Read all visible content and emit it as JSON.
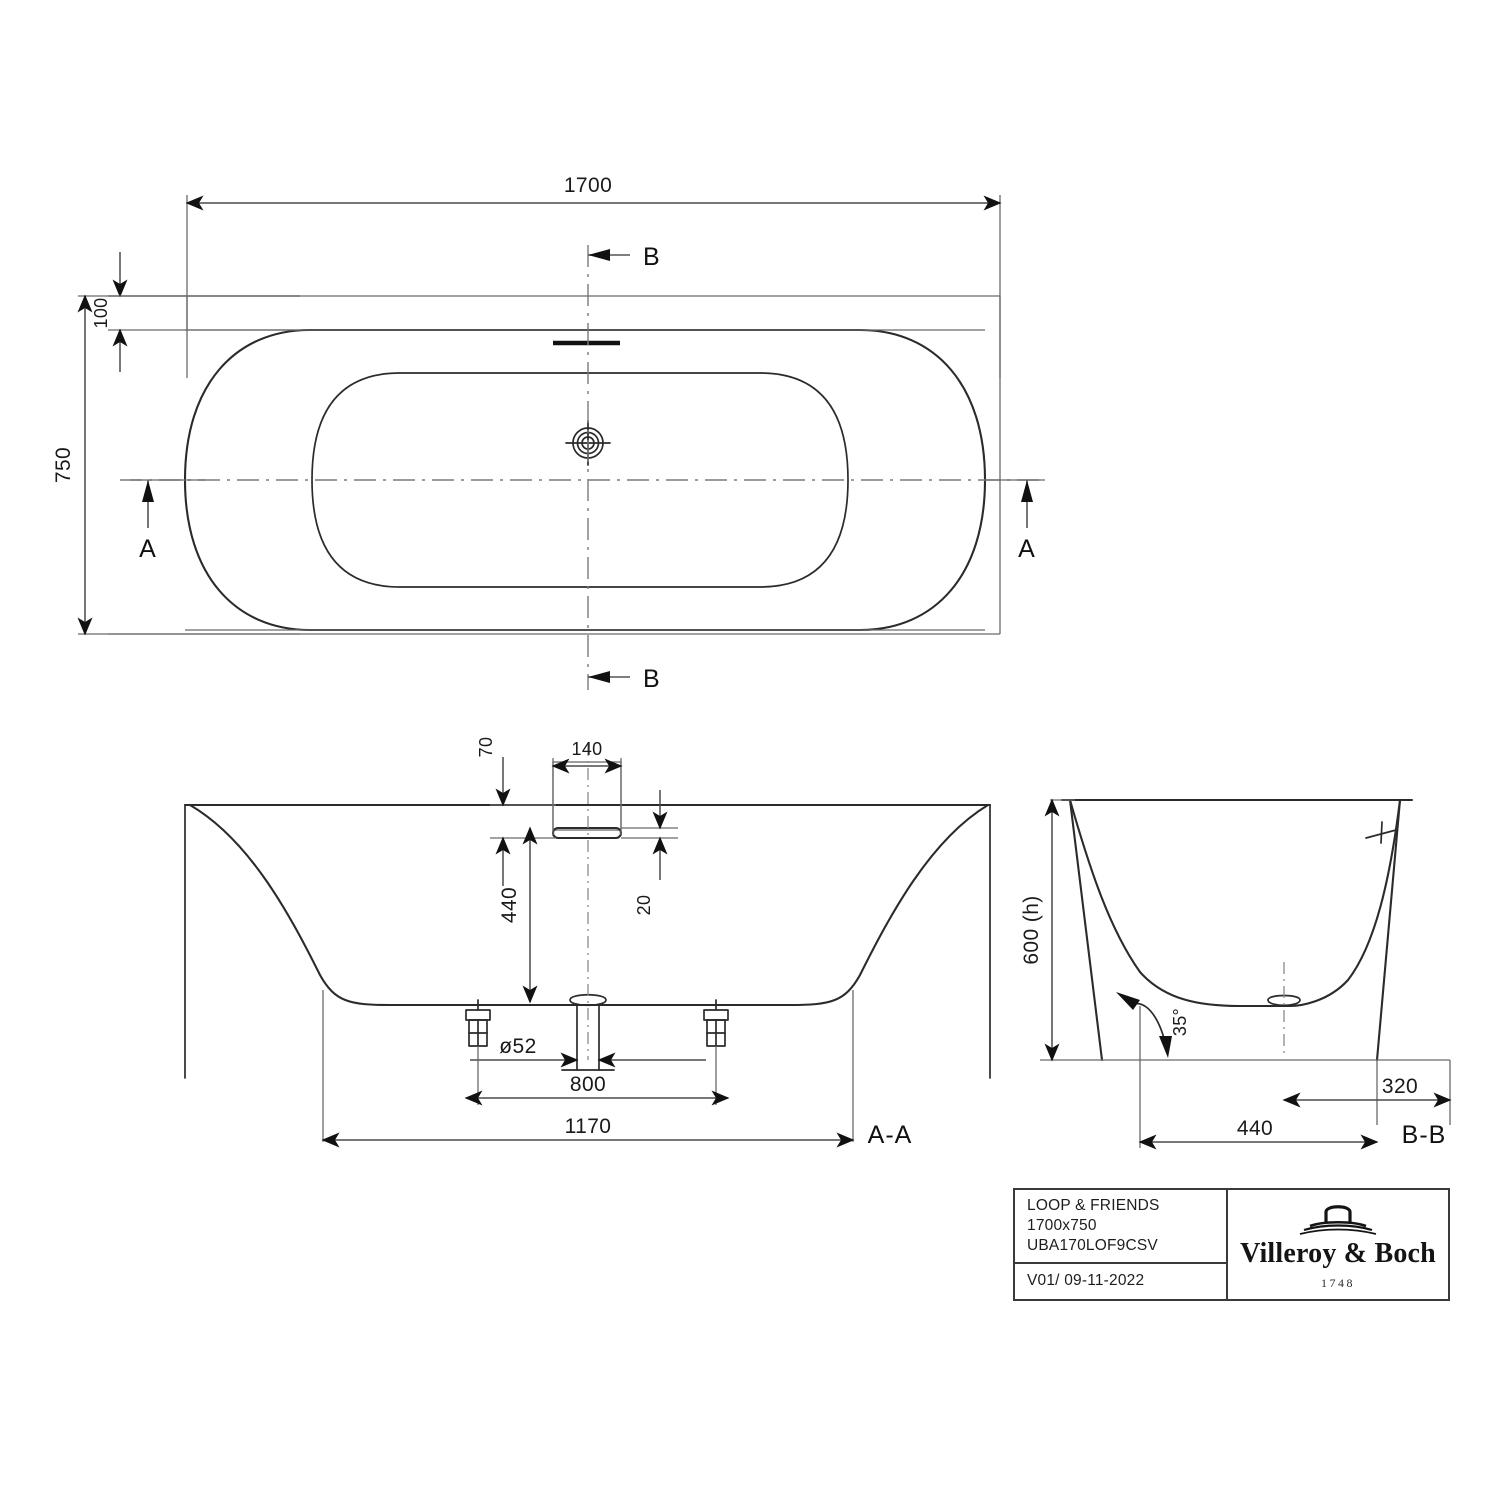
{
  "drawing": {
    "type": "technical-drawing",
    "subject": "bathtub",
    "units": "mm"
  },
  "top_view": {
    "name": "top-view",
    "dim_width": "1700",
    "dim_depth": "750",
    "dim_rim_offset": "100",
    "section_marks": [
      {
        "id": "A",
        "label": "A",
        "position": "left"
      },
      {
        "id": "A",
        "label": "A",
        "position": "right"
      },
      {
        "id": "B",
        "label": "B",
        "position": "top"
      },
      {
        "id": "B",
        "label": "B",
        "position": "bottom"
      }
    ]
  },
  "section_aa": {
    "name": "section-a-a",
    "label": "A-A",
    "dim_overflow_offset": "70",
    "dim_overflow_width": "140",
    "dim_overflow_height": "20",
    "dim_depth_to_drain": "440",
    "dim_drain_diameter": "ø52",
    "dim_feet_spacing": "800",
    "dim_base_width": "1170"
  },
  "section_bb": {
    "name": "section-b-b",
    "label": "B-B",
    "dim_height": "600 (h)",
    "dim_angle": "35°",
    "dim_inner": "440",
    "dim_outer": "320"
  },
  "title_block": {
    "product_name": "LOOP & FRIENDS",
    "size": "1700x750",
    "article_code": "UBA170LOF9CSV",
    "revision": "V01/ 09-11-2022",
    "brand": "Villeroy & Boch",
    "brand_year": "1748",
    "brand_mark": "fountain-logo-icon"
  },
  "colors": {
    "line": "#2b2b2b",
    "dimension": "#4a4a4a",
    "center": "#7a7a7a",
    "background": "#ffffff"
  }
}
